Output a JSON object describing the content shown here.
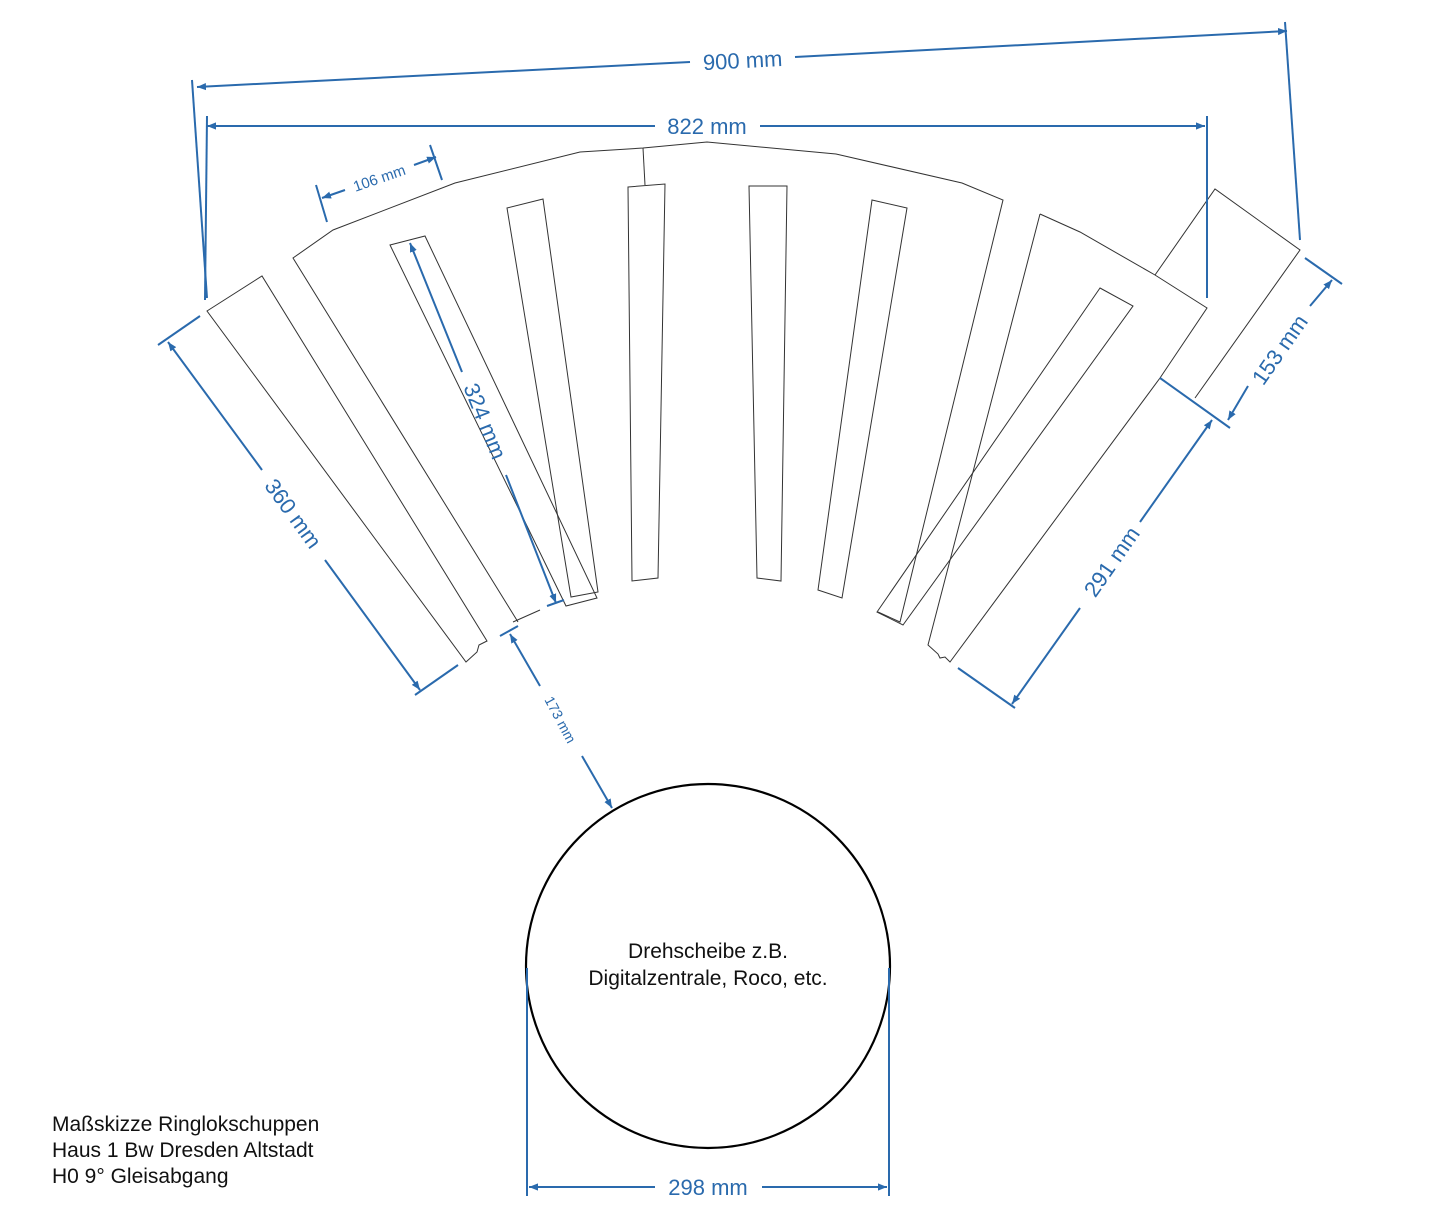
{
  "dimensions": {
    "overall_width": "900 mm",
    "inner_width": "822 mm",
    "section_width": "106 mm",
    "slot_length": "324 mm",
    "left_length": "360 mm",
    "gap_to_turntable": "173 mm",
    "right_length": "291 mm",
    "right_extension": "153 mm",
    "turntable_diameter": "298 mm"
  },
  "turntable": {
    "line1": "Drehscheibe z.B.",
    "line2": "Digitalzentrale, Roco, etc."
  },
  "caption": {
    "line1": "Maßskizze Ringlokschuppen",
    "line2": "Haus 1 Bw Dresden Altstadt",
    "line3": "H0 9° Gleisabgang"
  },
  "colors": {
    "dimension": "#2a6aad",
    "outline": "#333333"
  }
}
